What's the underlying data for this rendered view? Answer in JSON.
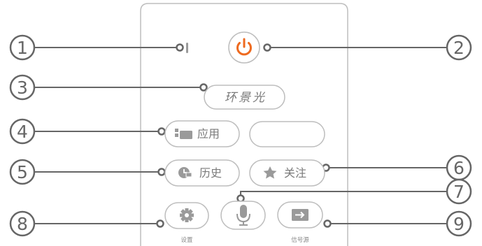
{
  "callouts": [
    {
      "number": "1"
    },
    {
      "number": "2"
    },
    {
      "number": "3"
    },
    {
      "number": "4"
    },
    {
      "number": "5"
    },
    {
      "number": "6"
    },
    {
      "number": "7"
    },
    {
      "number": "8"
    },
    {
      "number": "9"
    }
  ],
  "remote": {
    "power_icon": "power-icon",
    "power_color": "#ee6a1f",
    "ambilight_label": "环景光",
    "apps_label": "应用",
    "apps_icon": "apps-grid-icon",
    "history_label": "历史",
    "history_icon": "history-clock-icon",
    "favorites_label": "关注",
    "favorites_icon": "star-icon",
    "settings_label": "设置",
    "settings_icon": "gear-icon",
    "voice_icon": "microphone-icon",
    "source_label": "信号源",
    "source_icon": "input-source-icon"
  }
}
